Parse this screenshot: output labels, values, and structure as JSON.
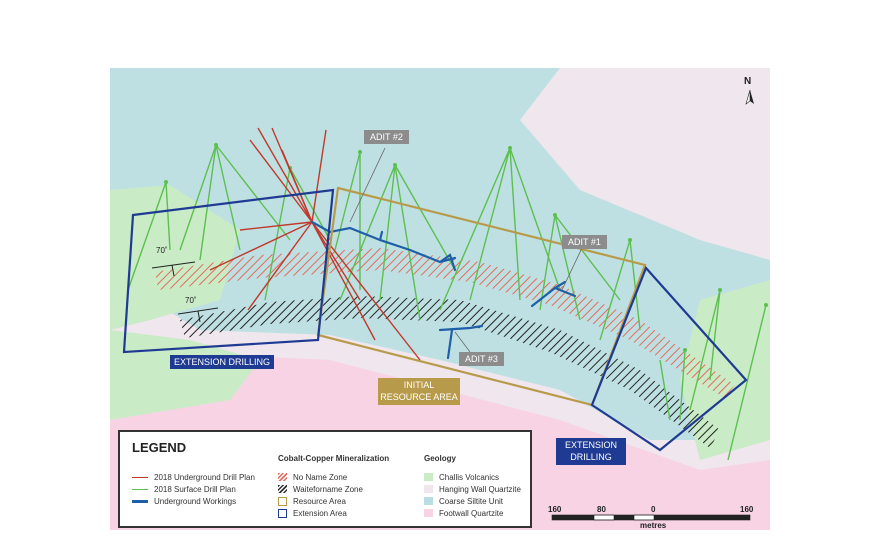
{
  "north_label": "N",
  "labels": {
    "adit2": "ADIT #2",
    "adit1": "ADIT #1",
    "adit3": "ADIT #3",
    "ext_left": "EXTENSION DRILLING",
    "ext_right_line1": "EXTENSION",
    "ext_right_line2": "DRILLING",
    "initial_line1": "INITIAL",
    "initial_line2": "RESOURCE AREA",
    "dip1": "70˚",
    "dip2": "70˚"
  },
  "legend": {
    "title": "LEGEND",
    "left_items": [
      {
        "label": "2018 Underground Drill Plan",
        "color": "#c0392b"
      },
      {
        "label": "2018 Surface Drill Plan",
        "color": "#5cbf4f"
      },
      {
        "label": "Underground Workings",
        "color": "#1f5fa8"
      }
    ],
    "mineral_header": "Cobalt-Copper Mineralization",
    "mineral_items": [
      {
        "label": "No Name Zone",
        "color": "#e46b5d"
      },
      {
        "label": "Waiteforname Zone",
        "color": "#333333"
      },
      {
        "label": "Resource Area",
        "color": "#b89b4a"
      },
      {
        "label": "Extension Area",
        "color": "#1f3a93"
      }
    ],
    "geology_header": "Geology",
    "geology_items": [
      {
        "label": "Challis Volcanics",
        "color": "#c9ebc6"
      },
      {
        "label": "Hanging Wall Quartzite",
        "color": "#efe6ee"
      },
      {
        "label": "Coarse Siltite Unit",
        "color": "#b9dde0"
      },
      {
        "label": "Footwall Quartzite",
        "color": "#f7d3e4"
      }
    ]
  },
  "scale": {
    "ticks": [
      "160",
      "80",
      "0",
      "160"
    ],
    "unit": "metres"
  },
  "colors": {
    "siltite": "#bfe0e3",
    "volcanics": "#c9ebc6",
    "hanging_wall": "#efe6ee",
    "footwall": "#f7d3e4",
    "surface_drill": "#5cbf4f",
    "underground_drill": "#c0392b",
    "workings": "#1f5fa8",
    "resource": "#b89b4a",
    "extension": "#1f3a93"
  }
}
